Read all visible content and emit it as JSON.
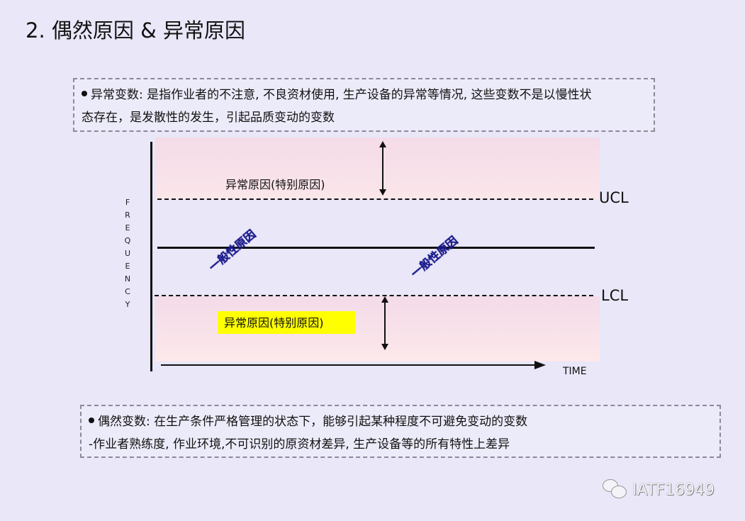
{
  "title": "2. 偶然原因 & 异常原因",
  "notes": {
    "abnormal": {
      "line1": "异常变数: 是指作业者的不注意, 不良资材使用, 生产设备的异常等情况, 这些变数不是以慢性状",
      "line2": "态存在，是发散性的发生，引起品质变动的变数"
    },
    "chance": {
      "line1": "偶然变数: 在生产条件严格管理的状态下，能够引起某种程度不可避免变动的变数",
      "line2": "-作业者熟练度, 作业环境,不可识别的原资材差异, 生产设备等的所有特性上差异"
    }
  },
  "diagram": {
    "y_axis_label": "FREQUENCY",
    "x_axis_label": "TIME",
    "ucl_label": "UCL",
    "lcl_label": "LCL",
    "upper_cause_label": "异常原因(特别原因)",
    "lower_cause_label": "异常原因(特别原因)",
    "common_cause_labels": [
      "一般性原因",
      "一般性原因"
    ],
    "colors": {
      "band": "#f4dbe8",
      "highlight": "#ffff00",
      "common_cause_text": "#1a1a8c",
      "background": "#e9e7f8"
    }
  },
  "watermark": {
    "icon": "wechat-icon",
    "text": "IATF16949"
  }
}
